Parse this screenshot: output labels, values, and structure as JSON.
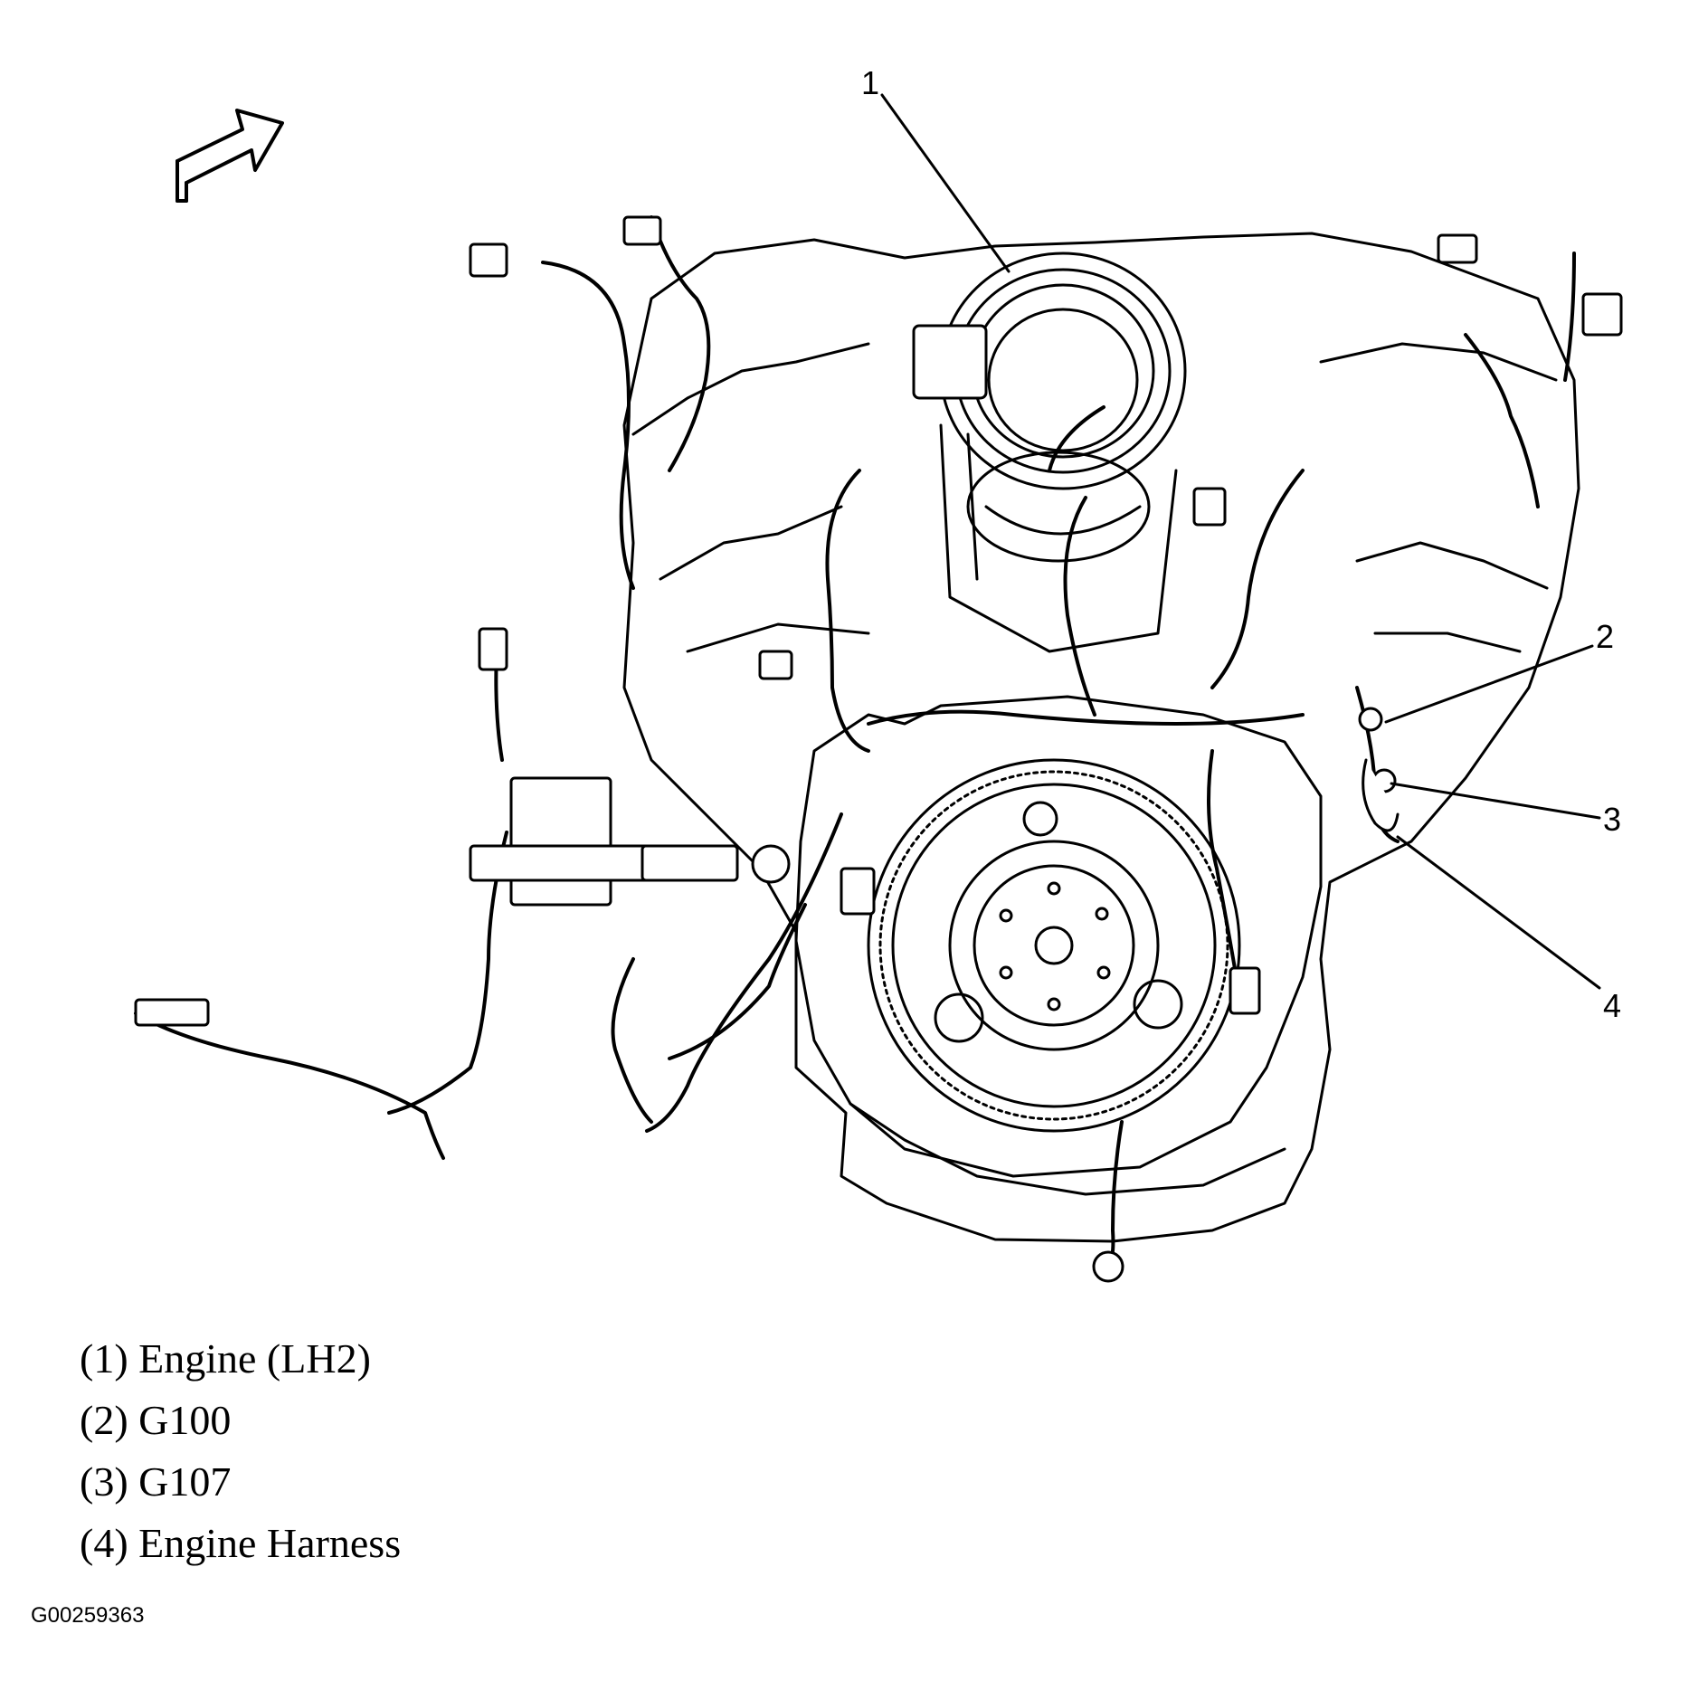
{
  "callouts": {
    "c1": "1",
    "c2": "2",
    "c3": "3",
    "c4": "4"
  },
  "legend": {
    "item1": "(1) Engine (LH2)",
    "item2": "(2) G100",
    "item3": "(3) G107",
    "item4": "(4) Engine Harness"
  },
  "figure_id": "G00259363"
}
